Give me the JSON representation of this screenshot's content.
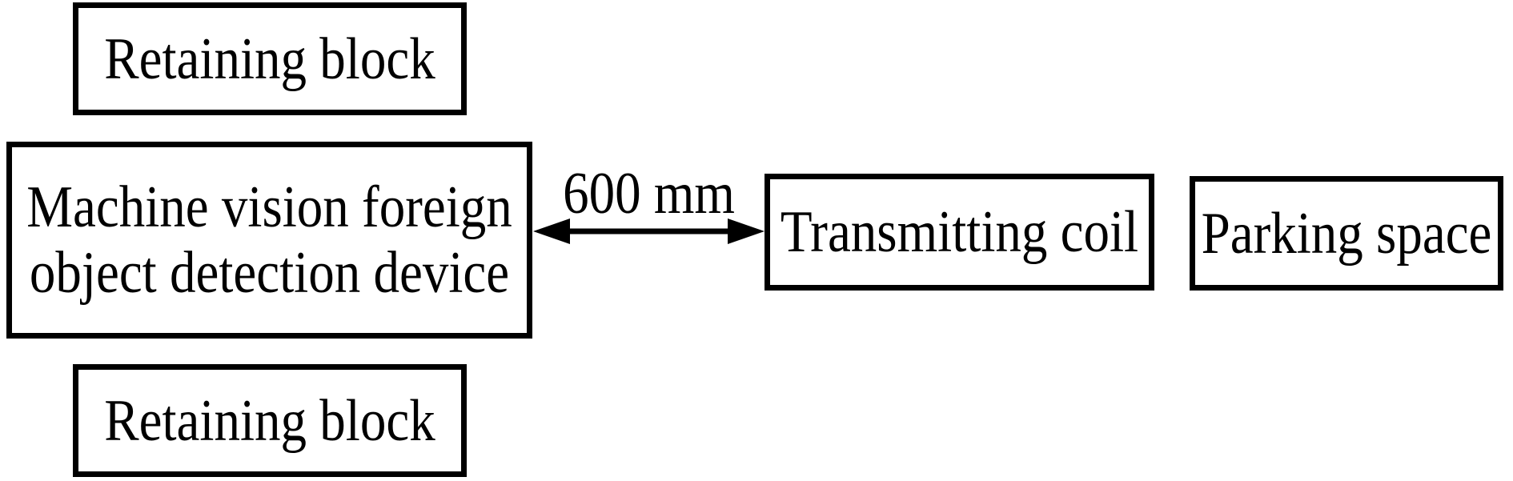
{
  "boxes": {
    "retaining_top": "Retaining block",
    "device_line1": "Machine vision foreign",
    "device_line2": "object detection device",
    "retaining_bottom": "Retaining block",
    "transmitting_coil": "Transmitting coil",
    "parking_space": "Parking space"
  },
  "arrow": {
    "label": "600 mm"
  },
  "colors": {
    "background": "#ffffff",
    "line": "#000000",
    "text": "#000000"
  }
}
